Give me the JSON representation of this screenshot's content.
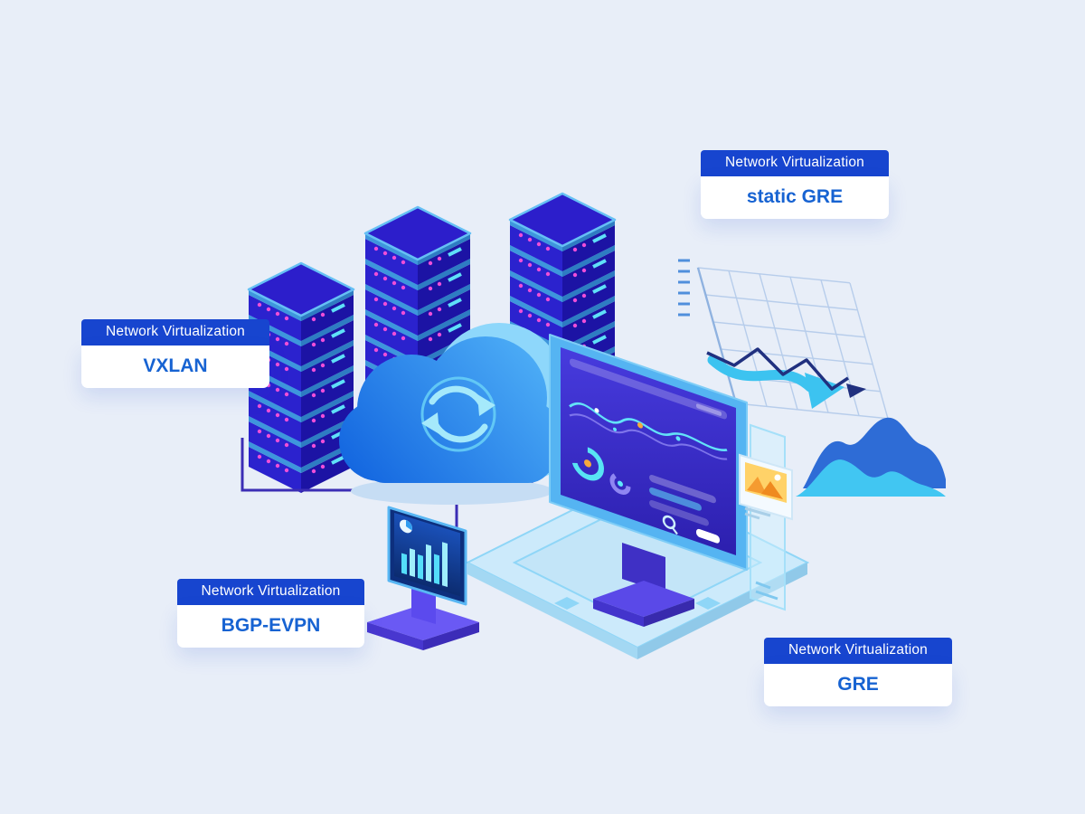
{
  "title": "Network Virtualization isometric illustration",
  "callouts": [
    {
      "id": "static-gre",
      "badge": "Network Virtualization",
      "protocol": "static GRE"
    },
    {
      "id": "vxlan",
      "badge": "Network Virtualization",
      "protocol": "VXLAN"
    },
    {
      "id": "bgp-evpn",
      "badge": "Network Virtualization",
      "protocol": "BGP-EVPN"
    },
    {
      "id": "gre",
      "badge": "Network Virtualization",
      "protocol": "GRE"
    }
  ],
  "icons": [
    "server-rack-icon",
    "cloud-sync-icon",
    "monitor-dashboard-icon",
    "laptop-chart-icon",
    "trend-line-chart-icon",
    "area-chart-icon",
    "isometric-platform-icon",
    "picture-card-icon",
    "connector-line"
  ],
  "colors": {
    "background": "#e8eef8",
    "badge_background": "#1745cf",
    "badge_text": "#ffffff",
    "protocol_text": "#1763d2",
    "card_background": "#ffffff",
    "server_blue": "#2b22ce",
    "server_edge_light_blue": "#58b6f3",
    "led_magenta": "#ef4fd8",
    "cloud_blue_dark": "#1467e0",
    "cloud_blue_light": "#4fb0f7",
    "screen_indigo": "#3c2ed6",
    "cyan_accent": "#3cc3f0",
    "platform_light_blue": "#c9e9fb",
    "connector_purple": "#3b2db5",
    "laptop_purple": "#6a59f4",
    "chart_navy": "#20307f",
    "picture_card_yellow": "#ffd268"
  }
}
